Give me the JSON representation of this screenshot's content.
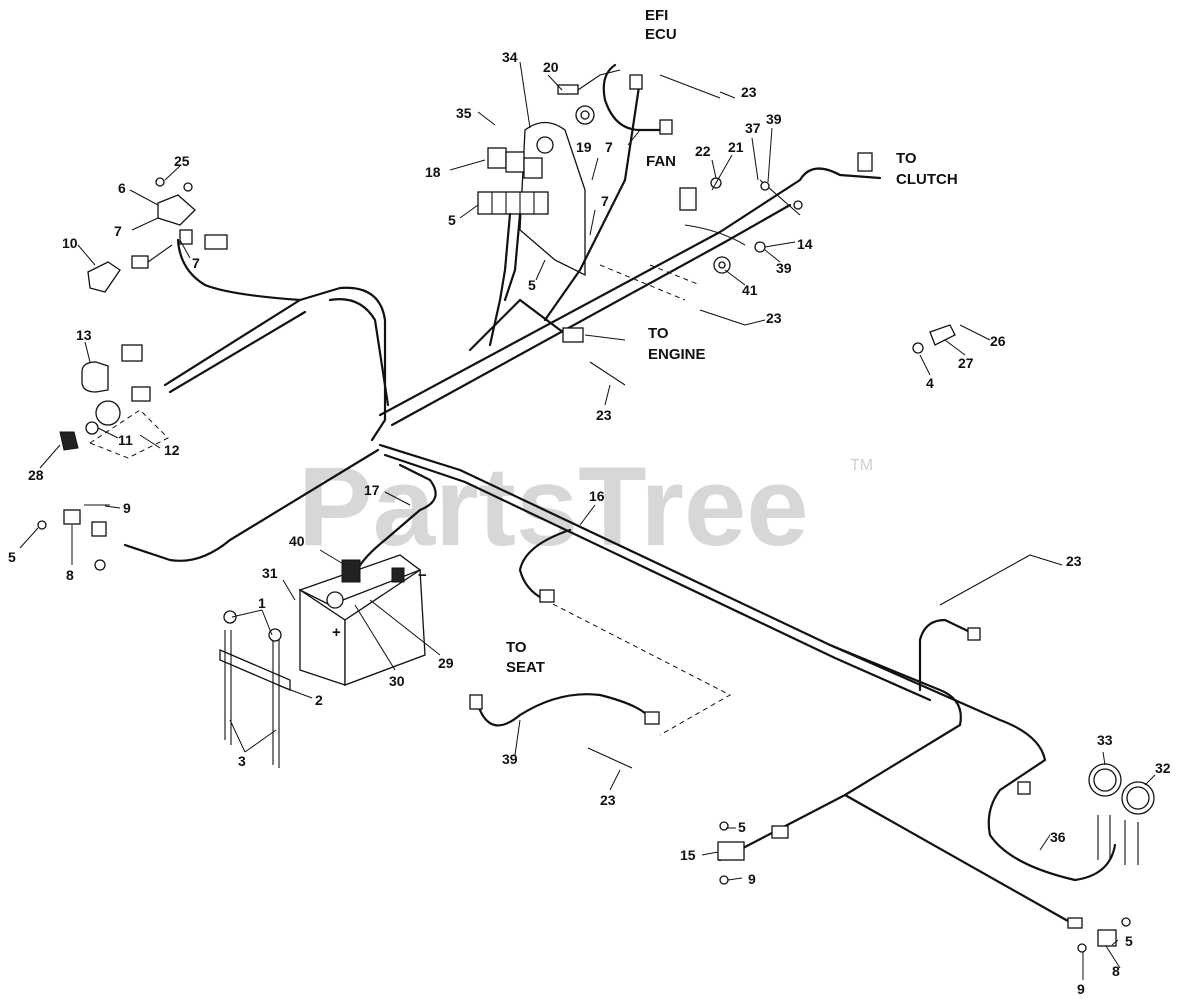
{
  "watermark": {
    "text": "PartsTree",
    "trademark": "TM"
  },
  "annotations": {
    "efi": "EFI",
    "ecu": "ECU",
    "fan": "FAN",
    "to_clutch_1": "TO",
    "to_clutch_2": "CLUTCH",
    "to_engine_1": "TO",
    "to_engine_2": "ENGINE",
    "to_seat_1": "TO",
    "to_seat_2": "SEAT",
    "minus": "−",
    "plus": "+"
  },
  "callouts": {
    "c1": "1",
    "c2": "2",
    "c3": "3",
    "c4": "4",
    "c5a": "5",
    "c5b": "5",
    "c5c": "5",
    "c5d": "5",
    "c5e": "5",
    "c6": "6",
    "c7a": "7",
    "c7b": "7",
    "c7c": "7",
    "c7d": "7",
    "c8a": "8",
    "c8b": "8",
    "c9a": "9",
    "c9b": "9",
    "c9c": "9",
    "c10": "10",
    "c11": "11",
    "c12": "12",
    "c13": "13",
    "c14": "14",
    "c15": "15",
    "c16": "16",
    "c17": "17",
    "c18": "18",
    "c19": "19",
    "c20": "20",
    "c21": "21",
    "c22": "22",
    "c23a": "23",
    "c23b": "23",
    "c23c": "23",
    "c23d": "23",
    "c23e": "23",
    "c25": "25",
    "c26": "26",
    "c27": "27",
    "c28": "28",
    "c29": "29",
    "c30": "30",
    "c31": "31",
    "c32": "32",
    "c33": "33",
    "c34": "34",
    "c35": "35",
    "c36": "36",
    "c37": "37",
    "c39a": "39",
    "c39b": "39",
    "c39c": "39",
    "c40": "40",
    "c41": "41"
  }
}
